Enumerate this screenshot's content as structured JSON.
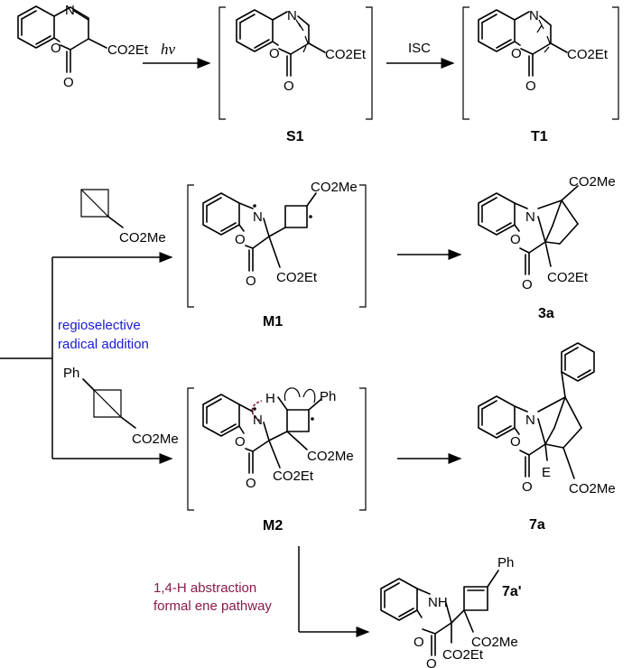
{
  "step1": {
    "reagent": "hν",
    "ester": "CO2Et"
  },
  "step2": {
    "label": "ISC"
  },
  "intermediates": {
    "s1": "S1",
    "t1": "T1",
    "m1": "M1",
    "m2": "M2"
  },
  "products": {
    "p3a": "3a",
    "p7a": "7a",
    "p7a_prime": "7a'"
  },
  "reagent_top": {
    "group": "CO2Me"
  },
  "reagent_bottom": {
    "substituent": "Ph",
    "group": "CO2Me"
  },
  "side_labels": {
    "regio_line1": "regioselective",
    "regio_line2": "radical addition",
    "regio_color": "#1a1ad6",
    "ene_line1": "1,4-H abstraction",
    "ene_line2": "formal ene pathway",
    "ene_color": "#8b1a4a"
  },
  "atoms": {
    "N": "N",
    "O": "O",
    "H": "H",
    "NH": "NH",
    "E": "E",
    "Ph": "Ph",
    "CO2Me": "CO2Me",
    "CO2Et": "CO2Et"
  }
}
